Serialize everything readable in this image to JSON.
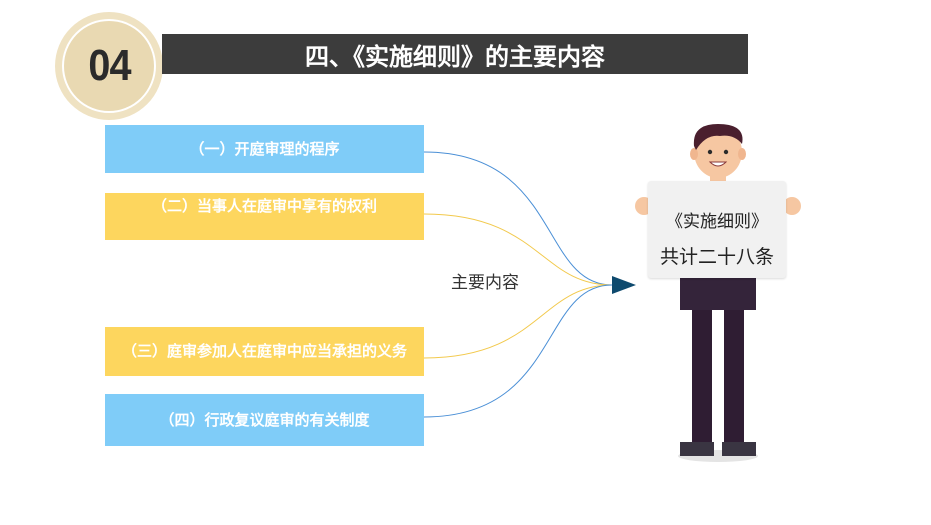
{
  "badge": {
    "number": "04"
  },
  "header": {
    "title": "四、《实施细则》的主要内容"
  },
  "items": [
    {
      "label": "（一）开庭审理的程序",
      "color": "#7fccf8"
    },
    {
      "label": "（二）当事人在庭审中享有的权利",
      "color": "#fdd65e"
    },
    {
      "label": "（三）庭审参加人在庭审中应当承担的义务",
      "color": "#fdd65e"
    },
    {
      "label": "（四）行政复议庭审的有关制度",
      "color": "#7fccf8"
    }
  ],
  "center_label": "主要内容",
  "sign": {
    "line1": "《实施细则》",
    "line2": "共计二十八条"
  },
  "colors": {
    "title_bar": "#3c3c3c",
    "badge": "#e9d9b2",
    "arrow": "#0e4a6e",
    "curve_blue": "#4a8fd6",
    "curve_yellow": "#f2c94c"
  }
}
